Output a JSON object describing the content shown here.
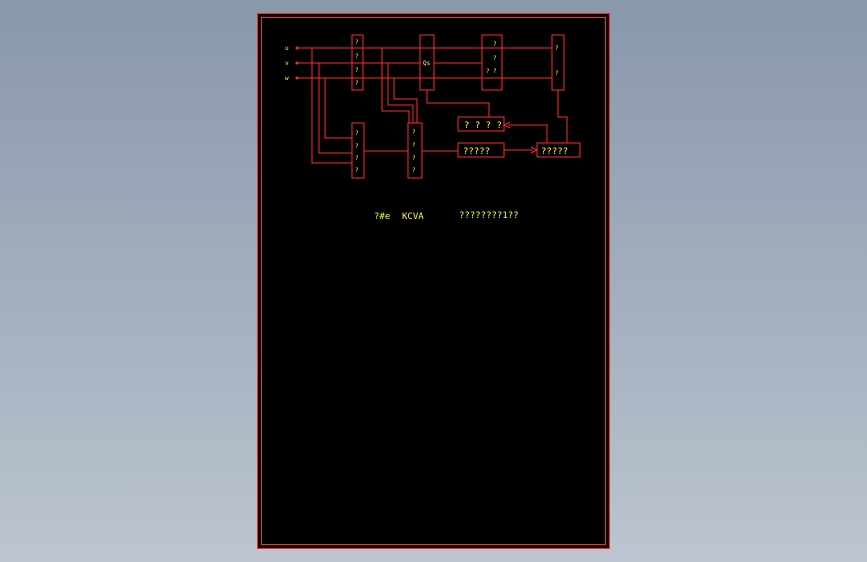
{
  "colors": {
    "background_top": "#8997ab",
    "background_bottom": "#bcc5d0",
    "sheet": "#000000",
    "line": "#ff2a2a",
    "text": "#ffff33"
  },
  "inputs": [
    "u",
    "v",
    "w"
  ],
  "blocks": {
    "block1": [
      "?",
      "?",
      "?",
      "?"
    ],
    "block2": [
      "?",
      "?",
      "?",
      "?"
    ],
    "block3_mark": "Qs",
    "block4": [
      "?",
      "?",
      "?",
      "?"
    ],
    "block5": [
      "?",
      "?",
      "?",
      "?"
    ],
    "block6": [
      "?",
      "?",
      "?",
      "?"
    ],
    "block7": [
      "?",
      "?"
    ]
  },
  "right_boxes": {
    "upper": "? ? ? ?",
    "middle": "?????",
    "right": "?????"
  },
  "footer": {
    "label1": "?#e",
    "label2": "KCVA",
    "label3": "????????1??"
  }
}
